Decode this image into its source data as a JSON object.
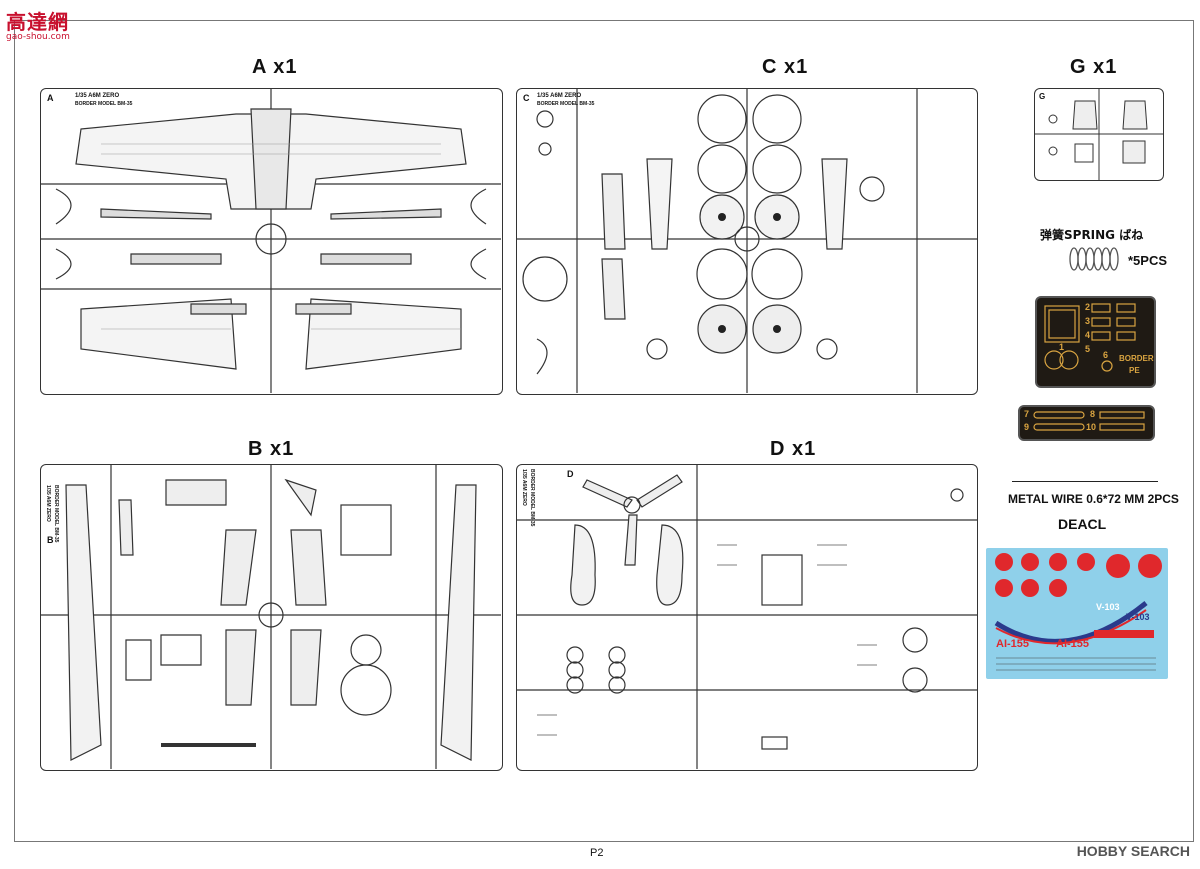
{
  "watermark": {
    "brand": "高達網",
    "site": "gao-shou.com"
  },
  "sprues": {
    "a": {
      "title": "A x1",
      "letter": "A",
      "header": "1/35 A6M ZERO",
      "sub": "BORDER MODEL BM-35"
    },
    "c": {
      "title": "C x1",
      "letter": "C",
      "header": "1/35 A6M ZERO",
      "sub": "BORDER MODEL BM-35"
    },
    "g": {
      "title": "G x1",
      "letter": "G"
    },
    "b": {
      "title": "B x1",
      "letter": "B",
      "header": "1/35 A6M ZERO",
      "sub": "BORDER MODEL BM-35"
    },
    "d": {
      "title": "D x1",
      "letter": "D",
      "header": "1/35 A6M ZERO",
      "sub": "BORDER MODEL BM-35"
    }
  },
  "spring": {
    "label": "弹簧SPRING ばね",
    "qty": "*5PCS"
  },
  "pe": {
    "brand": "BORDER",
    "sub": "PE",
    "numbers": [
      "2",
      "3",
      "4",
      "5",
      "1",
      "6",
      "7",
      "8",
      "9",
      "10"
    ]
  },
  "metal_wire": {
    "label": "METAL WIRE 0.6*72 MM 2PCS"
  },
  "decal": {
    "label": "DEACL",
    "codes": [
      "AI-155",
      "AI-155",
      "V-103",
      "V-103"
    ]
  },
  "footer": {
    "page": "P2",
    "brand": "HOBBY SEARCH"
  }
}
